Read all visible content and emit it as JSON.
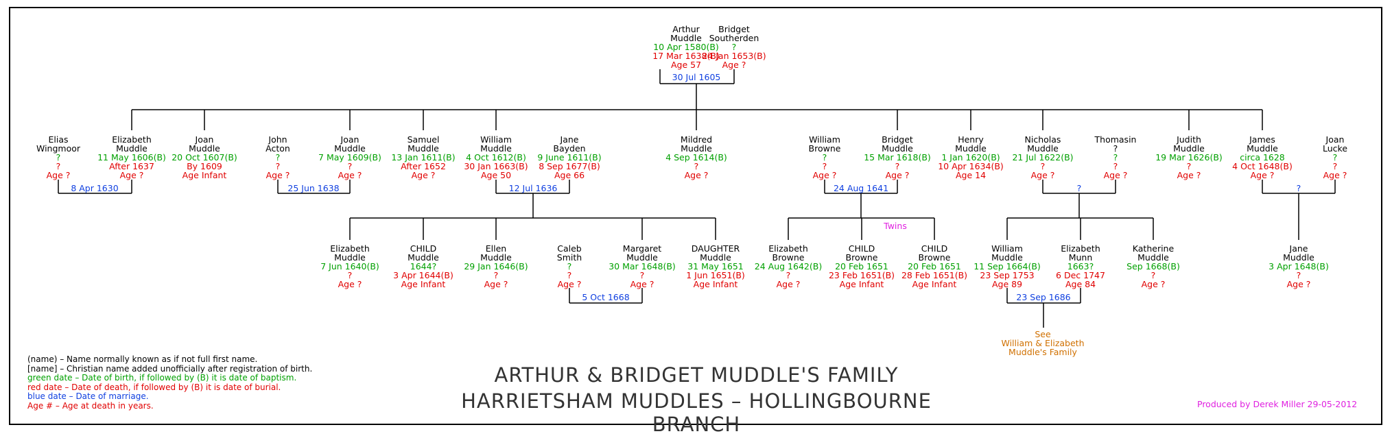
{
  "people": [
    {
      "id": "arthur",
      "name": [
        "Arthur",
        "Muddle"
      ],
      "birth": "10 Apr 1580(B)",
      "death": "17 Mar 1638(B)",
      "age": "Age 57"
    },
    {
      "id": "bridget-s",
      "name": [
        "Bridget",
        "Southerden"
      ],
      "birth": "?",
      "death": "24 Jan 1653(B)",
      "age": "Age ?"
    },
    {
      "id": "elias",
      "name": [
        "Elias",
        "Wingmoor"
      ],
      "birth": "?",
      "death": "?",
      "age": "Age ?"
    },
    {
      "id": "elizabeth1",
      "name": [
        "Elizabeth",
        "Muddle"
      ],
      "birth": "11 May 1606(B)",
      "death": "After 1637",
      "age": "Age ?"
    },
    {
      "id": "joan1",
      "name": [
        "Joan",
        "Muddle"
      ],
      "birth": "20 Oct 1607(B)",
      "death": "By 1609",
      "age": "Age Infant"
    },
    {
      "id": "john-acton",
      "name": [
        "John",
        "Acton"
      ],
      "birth": "?",
      "death": "?",
      "age": "Age ?"
    },
    {
      "id": "joan2",
      "name": [
        "Joan",
        "Muddle"
      ],
      "birth": "7 May 1609(B)",
      "death": "?",
      "age": "Age ?"
    },
    {
      "id": "samuel",
      "name": [
        "Samuel",
        "Muddle"
      ],
      "birth": "13 Jan 1611(B)",
      "death": "After 1652",
      "age": "Age ?"
    },
    {
      "id": "william1",
      "name": [
        "William",
        "Muddle"
      ],
      "birth": "4 Oct 1612(B)",
      "death": "30 Jan 1663(B)",
      "age": "Age 50"
    },
    {
      "id": "jane-bayden",
      "name": [
        "Jane",
        "Bayden"
      ],
      "birth": "9 June 1611(B)",
      "death": "8 Sep 1677(B)",
      "age": "Age 66"
    },
    {
      "id": "mildred",
      "name": [
        "Mildred",
        "Muddle"
      ],
      "birth": "4 Sep 1614(B)",
      "death": "?",
      "age": "Age ?"
    },
    {
      "id": "william-browne",
      "name": [
        "William",
        "Browne"
      ],
      "birth": "?",
      "death": "?",
      "age": "Age ?"
    },
    {
      "id": "bridget-m",
      "name": [
        "Bridget",
        "Muddle"
      ],
      "birth": "15 Mar 1618(B)",
      "death": "?",
      "age": "Age ?"
    },
    {
      "id": "henry",
      "name": [
        "Henry",
        "Muddle"
      ],
      "birth": "1 Jan 1620(B)",
      "death": "10 Apr 1634(B)",
      "age": "Age 14"
    },
    {
      "id": "nicholas",
      "name": [
        "Nicholas",
        "Muddle"
      ],
      "birth": "21 Jul 1622(B)",
      "death": "?",
      "age": "Age ?"
    },
    {
      "id": "thomasin",
      "name": [
        "Thomasin",
        "?"
      ],
      "birth": "?",
      "death": "?",
      "age": "Age ?"
    },
    {
      "id": "judith",
      "name": [
        "Judith",
        "Muddle"
      ],
      "birth": "19 Mar 1626(B)",
      "death": "?",
      "age": "Age ?"
    },
    {
      "id": "james",
      "name": [
        "James",
        "Muddle"
      ],
      "birth": "circa 1628",
      "death": "4 Oct 1648(B)",
      "age": "Age ?"
    },
    {
      "id": "joan-lucke",
      "name": [
        "Joan",
        "Lucke"
      ],
      "birth": "?",
      "death": "?",
      "age": "Age ?"
    },
    {
      "id": "elizabeth2",
      "name": [
        "Elizabeth",
        "Muddle"
      ],
      "birth": "7 Jun 1640(B)",
      "death": "?",
      "age": "Age ?"
    },
    {
      "id": "child1",
      "name": [
        "CHILD",
        "Muddle"
      ],
      "birth": "1644?",
      "death": "3 Apr 1644(B)",
      "age": "Age Infant"
    },
    {
      "id": "ellen",
      "name": [
        "Ellen",
        "Muddle"
      ],
      "birth": "29 Jan 1646(B)",
      "death": "?",
      "age": "Age ?"
    },
    {
      "id": "caleb",
      "name": [
        "Caleb",
        "Smith"
      ],
      "birth": "?",
      "death": "?",
      "age": "Age ?"
    },
    {
      "id": "margaret",
      "name": [
        "Margaret",
        "Muddle"
      ],
      "birth": "30 Mar 1648(B)",
      "death": "?",
      "age": "Age ?"
    },
    {
      "id": "daughter",
      "name": [
        "DAUGHTER",
        "Muddle"
      ],
      "birth": "31 May 1651",
      "death": "1 Jun 1651(B)",
      "age": "Age Infant"
    },
    {
      "id": "elizabeth-browne",
      "name": [
        "Elizabeth",
        "Browne"
      ],
      "birth": "24 Aug 1642(B)",
      "death": "?",
      "age": "Age ?"
    },
    {
      "id": "child-browne1",
      "name": [
        "CHILD",
        "Browne"
      ],
      "birth": "20 Feb 1651",
      "death": "23 Feb 1651(B)",
      "age": "Age Infant"
    },
    {
      "id": "child-browne2",
      "name": [
        "CHILD",
        "Browne"
      ],
      "birth": "20 Feb 1651",
      "death": "28 Feb 1651(B)",
      "age": "Age Infant"
    },
    {
      "id": "william2",
      "name": [
        "William",
        "Muddle"
      ],
      "birth": "11 Sep 1664(B)",
      "death": "23 Sep 1753",
      "age": "Age 89"
    },
    {
      "id": "elizabeth-munn",
      "name": [
        "Elizabeth",
        "Munn"
      ],
      "birth": "1663?",
      "death": "6 Dec 1747",
      "age": "Age 84"
    },
    {
      "id": "katherine",
      "name": [
        "Katherine",
        "Muddle"
      ],
      "birth": "Sep 1668(B)",
      "death": "?",
      "age": "Age ?"
    },
    {
      "id": "jane2",
      "name": [
        "Jane",
        "Muddle"
      ],
      "birth": "3 Apr 1648(B)",
      "death": "?",
      "age": "Age ?"
    }
  ],
  "marriages": [
    {
      "id": "m-arthur",
      "date": "30 Jul 1605"
    },
    {
      "id": "m-elias",
      "date": "8 Apr 1630"
    },
    {
      "id": "m-acton",
      "date": "25 Jun 1638"
    },
    {
      "id": "m-william1",
      "date": "12 Jul 1636"
    },
    {
      "id": "m-browne",
      "date": "24 Aug 1641"
    },
    {
      "id": "m-nicholas",
      "date": "?"
    },
    {
      "id": "m-james",
      "date": "?"
    },
    {
      "id": "m-caleb",
      "date": "5 Oct 1668"
    },
    {
      "id": "m-william2",
      "date": "23 Sep 1686"
    }
  ],
  "twins_label": "Twins",
  "see_note": [
    "See",
    "William & Elizabeth",
    "Muddle's Family"
  ],
  "legend": [
    "(name) – Name normally known as if not full first name.",
    "[name] – Christian name added unofficially after registration of birth.",
    "green date – Date of birth, if followed by (B) it is date of baptism.",
    "red date – Date of death, if followed by (B) it is date of burial.",
    "blue date – Date of marriage.",
    "Age # – Age at death in years."
  ],
  "title_line1": "ARTHUR & BRIDGET MUDDLE'S FAMILY",
  "title_line2": "HARRIETSHAM MUDDLES – HOLLINGBOURNE BRANCH",
  "credit": "Produced by Derek Miller 29-05-2012",
  "colors": {
    "name": "#000000",
    "birth": "#00a000",
    "death": "#e00000",
    "marriage": "#1040e0",
    "twins": "#e020e0",
    "see": "#d07000"
  }
}
